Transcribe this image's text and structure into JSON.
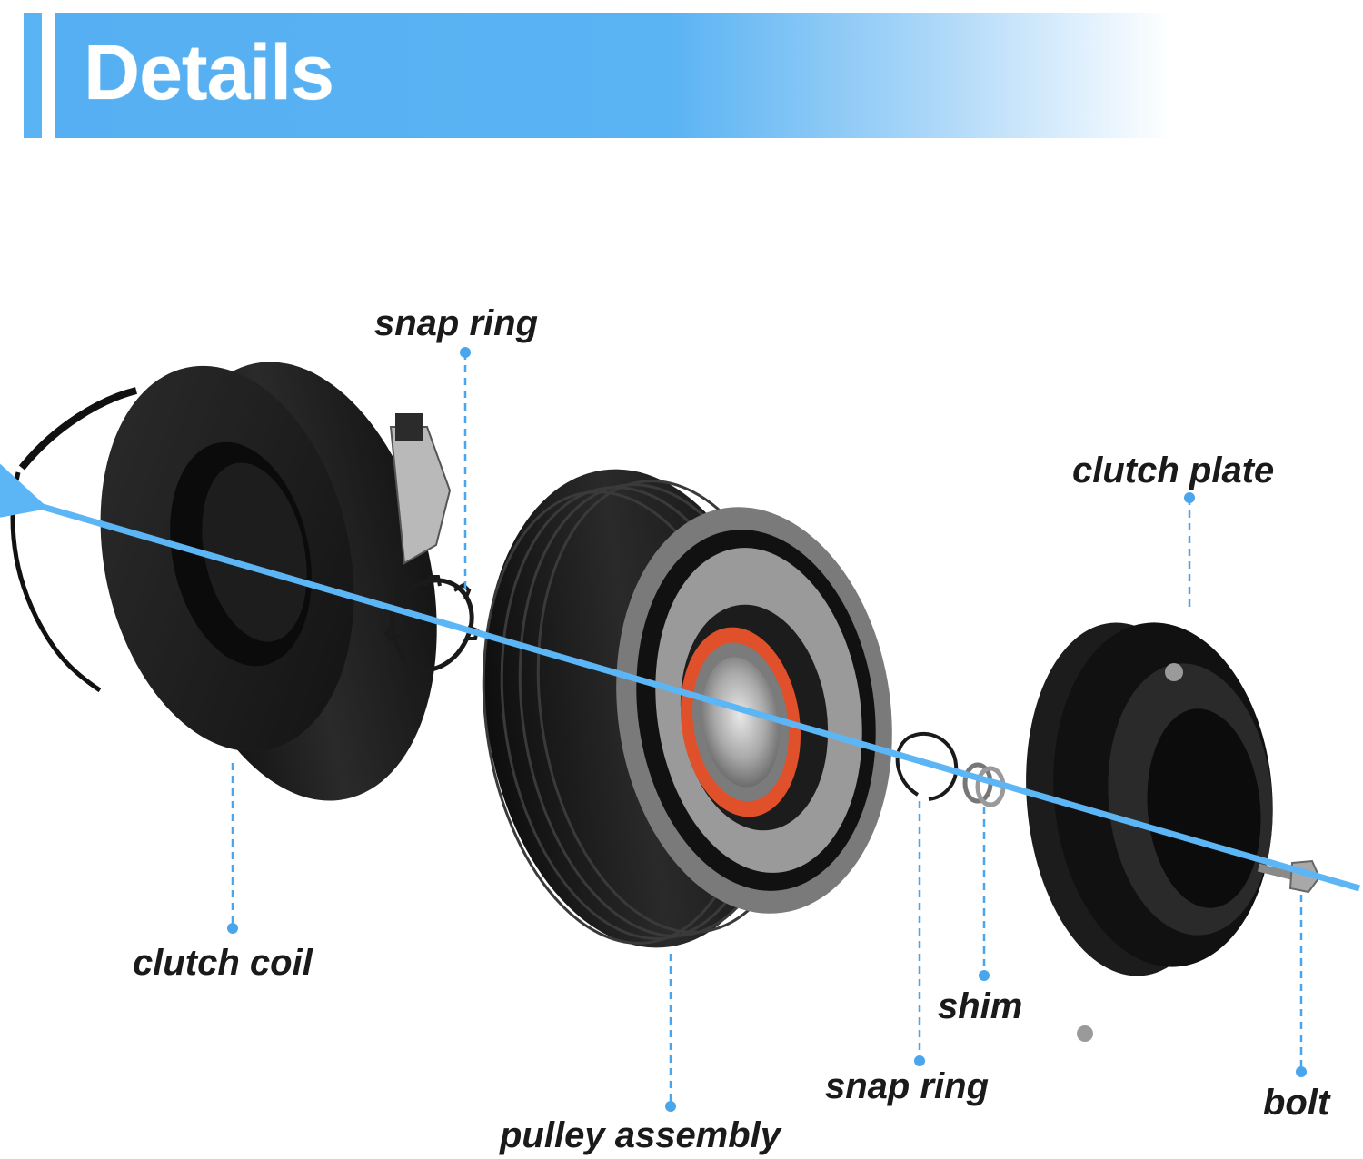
{
  "header": {
    "title": "Details"
  },
  "labels": {
    "snap_ring_top": "snap ring",
    "clutch_plate": "clutch plate",
    "clutch_coil": "clutch coil",
    "shim": "shim",
    "snap_ring_bottom": "snap ring",
    "bolt": "bolt",
    "pulley_assembly": "pulley assembly"
  },
  "colors": {
    "accent": "#5ab3f3",
    "leader": "#4aa6ec",
    "axis": "#5cb6f5",
    "bearing_seal": "#e0502a"
  }
}
